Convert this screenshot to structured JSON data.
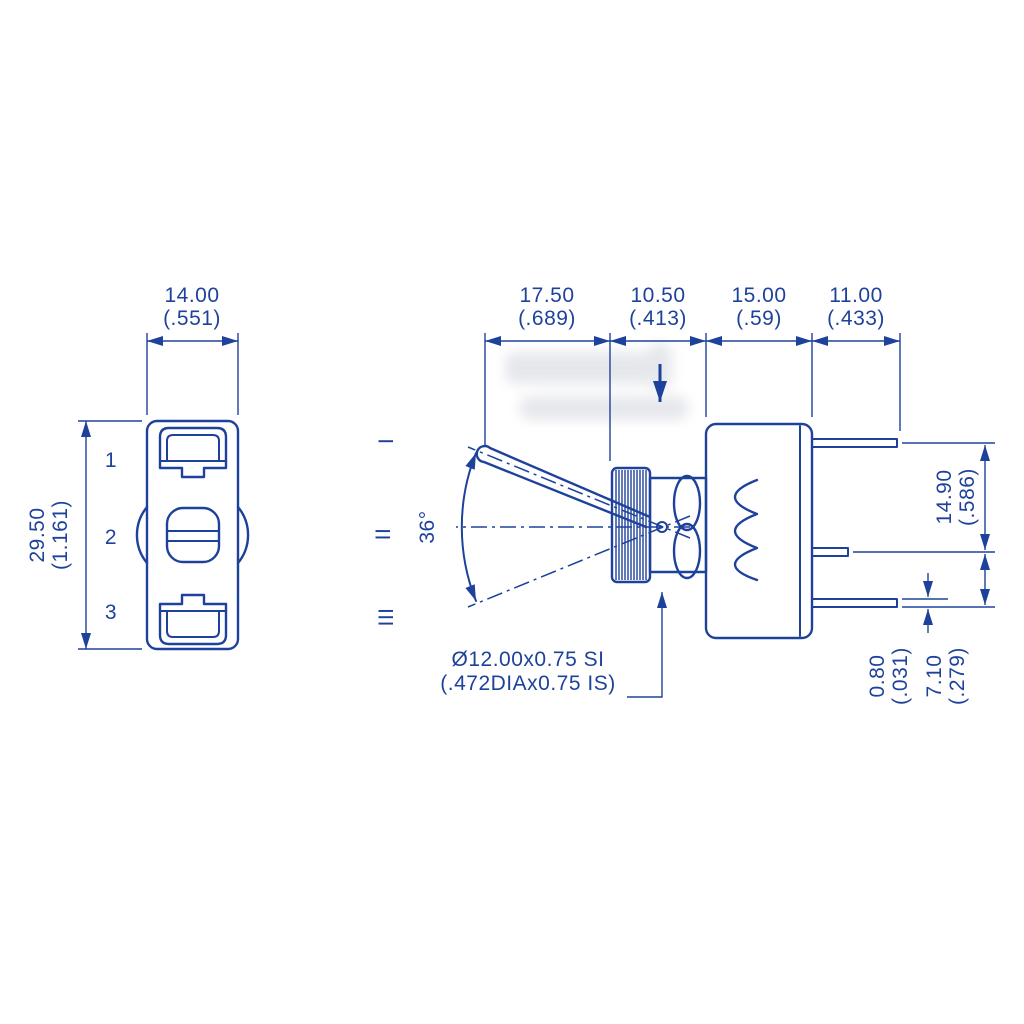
{
  "drawing": {
    "description": "toggle switch dimensional drawing, rear view and side view",
    "stroke_color": "#1e429b",
    "rear_view": {
      "width_mm": "14.00",
      "width_in": "(.551)",
      "height_mm": "29.50",
      "height_in": "(1.161)",
      "terminals": [
        "1",
        "2",
        "3"
      ]
    },
    "side_view": {
      "dims_top": [
        {
          "mm": "17.50",
          "in": "(.689)"
        },
        {
          "mm": "10.50",
          "in": "(.413)"
        },
        {
          "mm": "15.00",
          "in": "(.59)"
        },
        {
          "mm": "11.00",
          "in": "(.433)"
        }
      ],
      "positions": [
        "I",
        "II",
        "III"
      ],
      "travel_angle": "36°",
      "thread_note_mm": "Ø12.00x0.75 SI",
      "thread_note_in": "(.472DIAx0.75 IS)",
      "terminal_span_mm": "14.90",
      "terminal_span_in": "(.586)",
      "blade_thickness_mm": "0.80",
      "blade_thickness_in": "(.031)",
      "blade_offset_mm": "7.10",
      "blade_offset_in": "(.279)"
    }
  }
}
